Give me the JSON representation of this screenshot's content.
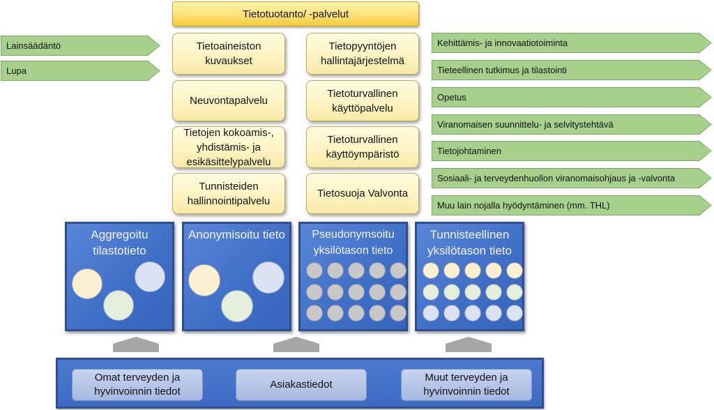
{
  "header": {
    "title": "Tietotuotanto/ -palvelut"
  },
  "services_left": [
    "Tietoaineiston kuvaukset",
    "Neuvontapalvelu",
    "Tietojen kokoamis-, yhdistämis- ja esikäsittelypalvelu",
    "Tunnisteiden hallinnointipalvelu"
  ],
  "services_right": [
    "Tietopyyntöjen hallintajärjestelmä",
    "Tietoturvallinen käyttöpalvelu",
    "Tietoturvallinen käyttöympäristö",
    "Tietosuoja Valvonta"
  ],
  "inputs_left": [
    "Lainsäädäntö",
    "Lupa"
  ],
  "uses_right": [
    "Kehittämis- ja innovaatiotoiminta",
    "Tieteellinen tutkimus ja tilastointi",
    "Opetus",
    "Viranomaisen suunnittelu- ja selvitystehtävä",
    "Tietojohtaminen",
    "Sosiaali- ja terveydenhuollon viranomaisohjaus ja -valvonta",
    "Muu lain nojalla hyödyntäminen (mm. THL)"
  ],
  "data_levels": [
    {
      "label": "Aggregoitu tilastotieto"
    },
    {
      "label": "Anonymisoitu tieto"
    },
    {
      "label": "Pseudonymsoitu yksilötason tieto"
    },
    {
      "label": "Tunnisteellinen yksilötason tieto"
    }
  ],
  "sources": [
    "Omat terveyden ja hyvinvoinnin tiedot",
    "Asiakastiedot",
    "Muut terveyden ja hyvinvoinnin tiedot"
  ],
  "colors": {
    "circle_yellow": "#fdf0d0",
    "circle_green": "#e3efda",
    "circle_blue": "#dbe3f3",
    "dot_grey": "#c8c8c8"
  }
}
